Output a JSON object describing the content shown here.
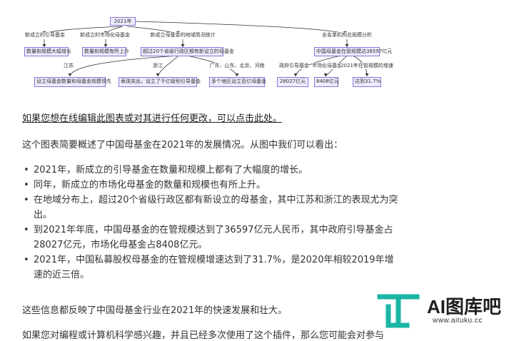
{
  "diagram": {
    "root": "2021年",
    "branches": [
      "新成立的引导基金",
      "新成立的市场化母基金",
      "新成立母基金的地域情况统计",
      "全名单机构总规模分析"
    ],
    "leaves_level1": [
      "数量和规模大幅增长",
      "数量和规模有所上升",
      "超过20个省级行政区都有新设立的母基金",
      "中国母基金在管规模达36597亿元"
    ],
    "edge_labels_region": [
      "江苏",
      "浙江",
      "广东、山东、北京、河南"
    ],
    "leaves_region": [
      "设立母基金数量和母基金规模领先",
      "表现突出，设立了千亿级别引导基金",
      "多个地区设立百亿母基金"
    ],
    "edge_labels_scale": [
      "政府引导基金",
      "市场化母基金",
      "2021年在管规模的增速"
    ],
    "leaves_scale": [
      "28027亿元",
      "8408亿元",
      "达到31.7%"
    ]
  },
  "content": {
    "edit_link": "如果您想在线编辑此图表或对其进行任何更改，可以点击此处。",
    "intro": "这个图表简要概述了中国母基金在2021年的发展情况。从图中我们可以看出：",
    "points": [
      "2021年，新成立的引导基金在数量和规模上都有了大幅度的增长。",
      "同年，新成立的市场化母基金的数量和规模也有所上升。",
      "在地域分布上，超过20个省级行政区都有新设立的母基金，其中江苏和浙江的表现尤为突出。",
      "到2021年年底，中国母基金的在管规模达到了36597亿元人民币，其中政府引导基金占28027亿元，市场化母基金占8408亿元。",
      "2021年，中国私募股权母基金的在管规模增速达到了31.7%，是2020年相较2019年增速的近三倍。"
    ],
    "conclusion": "这些信息都反映了中国母基金行业在2021年的快速发展和壮大。",
    "cut_line": "如果您对编程或计算机科学感兴趣，并且已经多次使用了这个插件，那么您可能会对参与"
  },
  "watermark": {
    "text": "AI图库吧",
    "url": "www.aituku.cc",
    "logo_color": "#1BB5A5"
  }
}
